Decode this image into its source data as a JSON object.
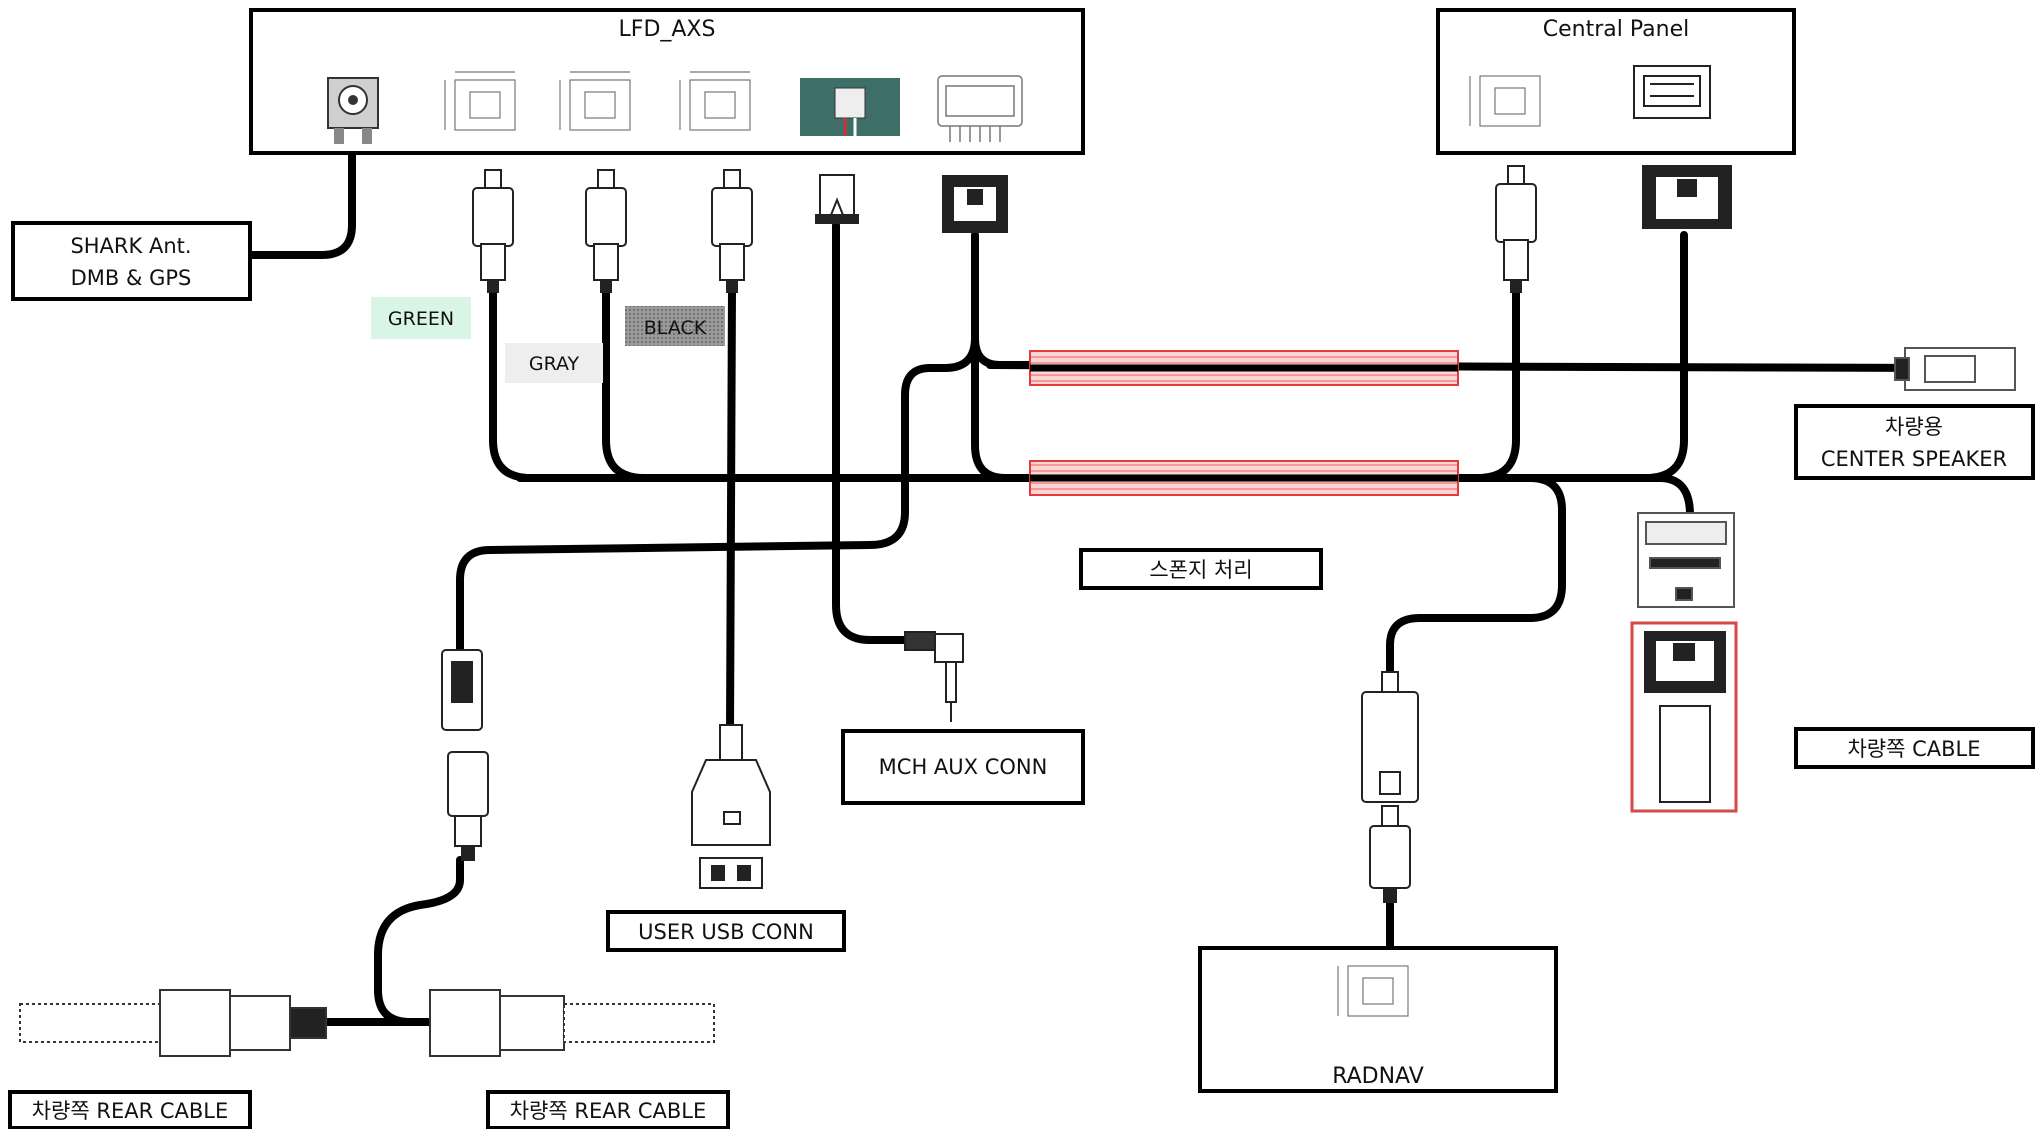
{
  "boxes": {
    "lfd": "LFD_AXS",
    "central": "Central Panel",
    "shark_line1": "SHARK Ant.",
    "shark_line2": "DMB & GPS",
    "center_speaker_line1": "차량용",
    "center_speaker_line2": "CENTER SPEAKER",
    "sponge": "스폰지 처리",
    "vehicle_cable": "차량쪽 CABLE",
    "mch_aux": "MCH AUX CONN",
    "user_usb": "USER USB CONN",
    "radnav": "RADNAV",
    "rear_cable_left": "차량쪽 REAR CABLE",
    "rear_cable_right": "차량쪽 REAR CABLE"
  },
  "wire_labels": {
    "green": "GREEN",
    "gray": "GRAY",
    "black": "BLACK"
  },
  "colors": {
    "wire": "#000000",
    "sponge_fill": "#f8b8b8",
    "sponge_stroke": "#e23b3b",
    "green_tag": "#d8f5e6",
    "gray_tag": "#eeeeee",
    "black_tag": "#8a8a8a",
    "vehicle_cable_frame": "#d24a4a"
  }
}
